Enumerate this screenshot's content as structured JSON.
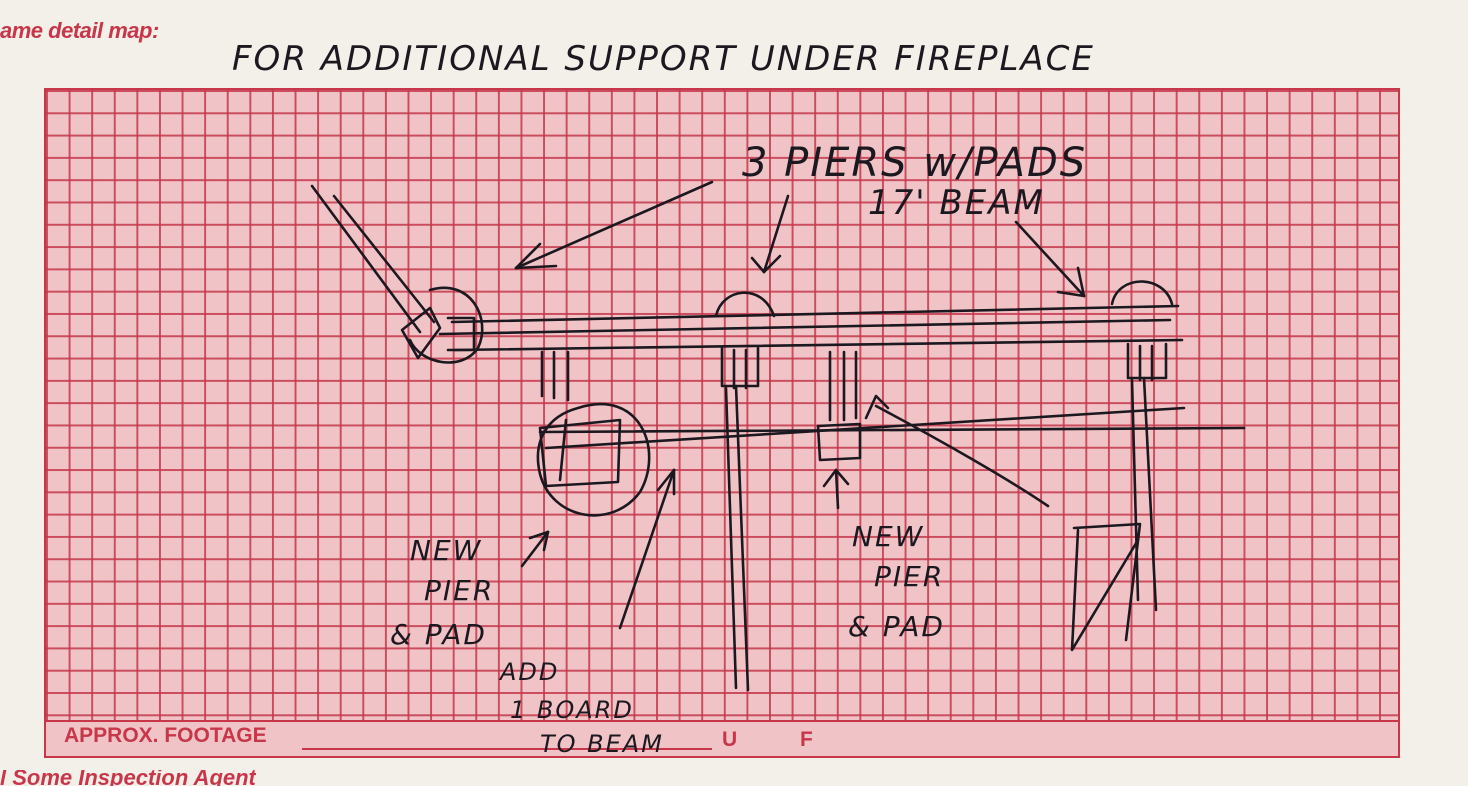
{
  "form": {
    "header_label": "ame detail map:",
    "bottom_label": "l Some Inspection Agent"
  },
  "footer": {
    "approx_footage_label": "APPROX. FOOTAGE",
    "u_label": "U",
    "f_label": "F"
  },
  "handwriting": {
    "title": "FOR ADDITIONAL SUPPORT UNDER FIREPLACE",
    "piers_note": "3 PIERS w/PADS",
    "beam_note": "17' BEAM",
    "new_pier_left_1": "NEW",
    "new_pier_left_2": "PIER",
    "new_pier_left_3": "& PAD",
    "new_pier_center_1": "NEW",
    "new_pier_center_2": "PIER",
    "new_pier_center_3": "& PAD",
    "add_board_1": "ADD",
    "add_board_2": "1 BOARD",
    "add_board_3": "TO BEAM"
  },
  "colors": {
    "form_red": "#c8364a",
    "grid_fill": "#f0c4c6",
    "ink": "#1c1820",
    "paper": "#f3efe9"
  }
}
